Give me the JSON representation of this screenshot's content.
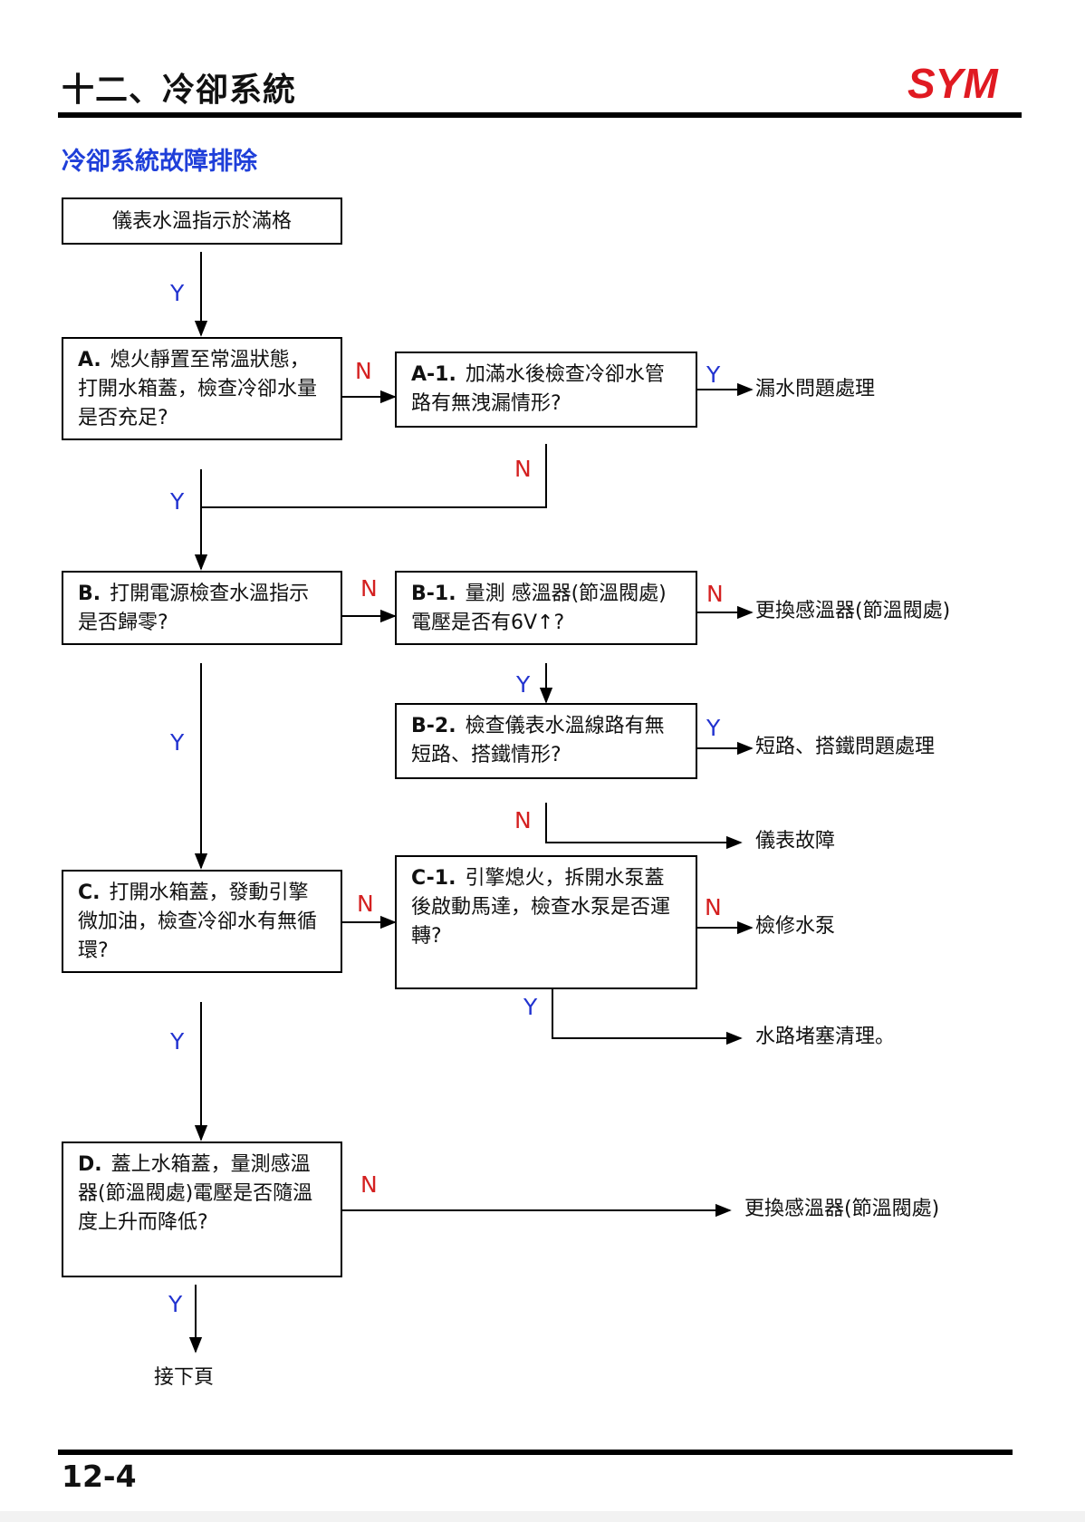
{
  "header": {
    "chapter_title": "十二、冷卻系統",
    "logo_text": "SYM",
    "brand_color": "#e01a22"
  },
  "section_title": "冷卻系統故障排除",
  "colors": {
    "yes_label": "#2233d0",
    "no_label": "#d42020",
    "section_title": "#1f3fd9"
  },
  "steps": {
    "start": {
      "text": "儀表水溫指示於滿格"
    },
    "A": {
      "code": "A.",
      "text": "熄火靜置至常溫狀態，打開水箱蓋，檢查冷卻水量是否充足?"
    },
    "A1": {
      "code": "A-1.",
      "text": "加滿水後檢查冷卻水管路有無洩漏情形?"
    },
    "B": {
      "code": "B.",
      "text": "打開電源檢查水溫指示是否歸零?"
    },
    "B1": {
      "code": "B-1.",
      "text": "量測 感溫器(節溫閥處) 電壓是否有6V↑?"
    },
    "B2": {
      "code": "B-2.",
      "text": "檢查儀表水溫線路有無短路、搭鐵情形?"
    },
    "C": {
      "code": "C.",
      "text": "打開水箱蓋，發動引擎微加油，檢查冷卻水有無循環?"
    },
    "C1": {
      "code": "C-1.",
      "text": "引擎熄火，拆開水泵蓋後啟動馬達，檢查水泵是否運轉?"
    },
    "D": {
      "code": "D.",
      "text": "蓋上水箱蓋，量測感溫器(節溫閥處)電壓是否隨溫度上升而降低?"
    }
  },
  "outcomes": {
    "leak": "漏水問題處理",
    "replace_sensor_1": "更換感溫器(節溫閥處)",
    "short_circuit": "短路、搭鐵問題處理",
    "meter_fault": "儀表故障",
    "repair_pump": "檢修水泵",
    "clear_blockage": "水路堵塞清理。",
    "replace_sensor_2": "更換感溫器(節溫閥處)",
    "next_page": "接下頁"
  },
  "branch_labels": {
    "yes": "Y",
    "no": "N"
  },
  "footer": {
    "page_number": "12-4"
  }
}
